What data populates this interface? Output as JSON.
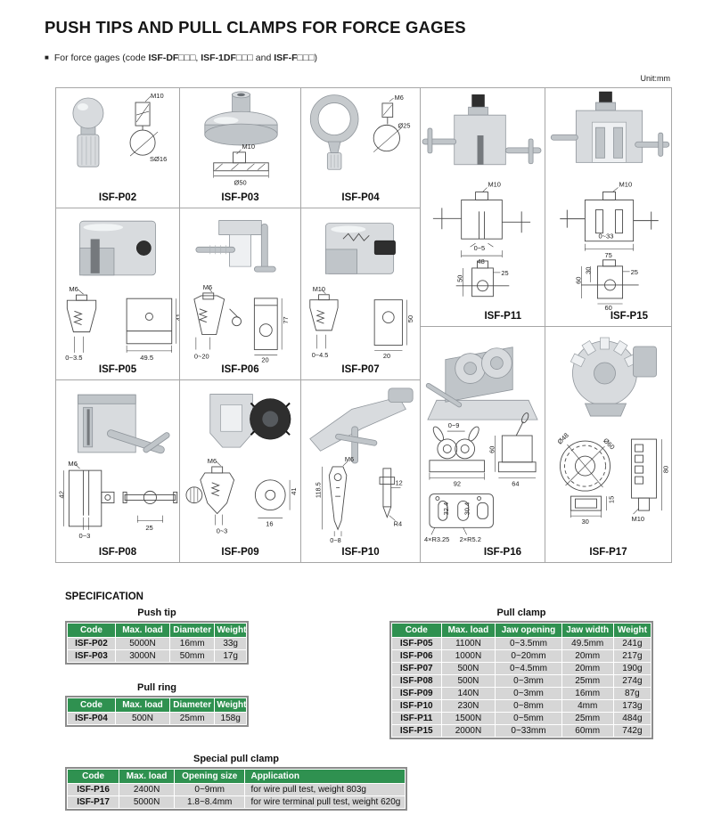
{
  "colors": {
    "accent_green": "#2f9150",
    "table_row_gray": "#d6d6d6",
    "grid_line": "#a6a6a6",
    "metal_silver": "#d8dbde"
  },
  "header": {
    "title": "PUSH TIPS AND PULL CLAMPS FOR FORCE GAGES",
    "bullet_prefix": "For force gages (code ",
    "code1": "ISF-DF□□□",
    "sep1": ", ",
    "code2": "ISF-1DF□□□",
    "sep2": " and ",
    "code3": "ISF-F□□□",
    "suffix": ")",
    "unit_label": "Unit:mm"
  },
  "products": {
    "p02": {
      "code": "ISF-P02",
      "dims": [
        "M10",
        "SØ16"
      ]
    },
    "p03": {
      "code": "ISF-P03",
      "dims": [
        "M10",
        "Ø50"
      ]
    },
    "p04": {
      "code": "ISF-P04",
      "dims": [
        "M6",
        "Ø25"
      ]
    },
    "p05": {
      "code": "ISF-P05",
      "dims": [
        "M6",
        "0~3.5",
        "49.5",
        "41"
      ]
    },
    "p06": {
      "code": "ISF-P06",
      "dims": [
        "M6",
        "0~20",
        "20",
        "77"
      ]
    },
    "p07": {
      "code": "ISF-P07",
      "dims": [
        "M10",
        "0~4.5",
        "20",
        "50"
      ]
    },
    "p08": {
      "code": "ISF-P08",
      "dims": [
        "M6",
        "42",
        "0~3",
        "25"
      ]
    },
    "p09": {
      "code": "ISF-P09",
      "dims": [
        "M6",
        "0~3",
        "16",
        "41"
      ]
    },
    "p10": {
      "code": "ISF-P10",
      "dims": [
        "M6",
        "118.5",
        "0~8",
        "12",
        "R4"
      ]
    },
    "p11": {
      "code": "ISF-P11",
      "dims": [
        "M10",
        "0~5",
        "48",
        "50",
        "25"
      ]
    },
    "p15": {
      "code": "ISF-P15",
      "dims": [
        "M10",
        "0~33",
        "75",
        "30",
        "60",
        "25",
        "60"
      ]
    },
    "p16": {
      "code": "ISF-P16",
      "dims": [
        "0~9",
        "92",
        "60",
        "64",
        "32.4",
        "30.4",
        "4×R3.25",
        "2×R5.2"
      ]
    },
    "p17": {
      "code": "ISF-P17",
      "dims": [
        "Ø48",
        "Ø60",
        "30",
        "15",
        "80",
        "M10"
      ]
    }
  },
  "spec": {
    "heading": "SPECIFICATION",
    "push_tip": {
      "caption": "Push tip",
      "headers": [
        "Code",
        "Max. load",
        "Diameter",
        "Weight"
      ],
      "rows": [
        [
          "ISF-P02",
          "5000N",
          "16mm",
          "33g"
        ],
        [
          "ISF-P03",
          "3000N",
          "50mm",
          "17g"
        ]
      ]
    },
    "pull_ring": {
      "caption": "Pull ring",
      "headers": [
        "Code",
        "Max. load",
        "Diameter",
        "Weight"
      ],
      "rows": [
        [
          "ISF-P04",
          "500N",
          "25mm",
          "158g"
        ]
      ]
    },
    "pull_clamp": {
      "caption": "Pull clamp",
      "headers": [
        "Code",
        "Max. load",
        "Jaw opening",
        "Jaw width",
        "Weight"
      ],
      "rows": [
        [
          "ISF-P05",
          "1100N",
          "0~3.5mm",
          "49.5mm",
          "241g"
        ],
        [
          "ISF-P06",
          "1000N",
          "0~20mm",
          "20mm",
          "217g"
        ],
        [
          "ISF-P07",
          "500N",
          "0~4.5mm",
          "20mm",
          "190g"
        ],
        [
          "ISF-P08",
          "500N",
          "0~3mm",
          "25mm",
          "274g"
        ],
        [
          "ISF-P09",
          "140N",
          "0~3mm",
          "16mm",
          "87g"
        ],
        [
          "ISF-P10",
          "230N",
          "0~8mm",
          "4mm",
          "173g"
        ],
        [
          "ISF-P11",
          "1500N",
          "0~5mm",
          "25mm",
          "484g"
        ],
        [
          "ISF-P15",
          "2000N",
          "0~33mm",
          "60mm",
          "742g"
        ]
      ]
    },
    "special_pull_clamp": {
      "caption": "Special pull clamp",
      "headers": [
        "Code",
        "Max. load",
        "Opening size",
        "Application"
      ],
      "rows": [
        [
          "ISF-P16",
          "2400N",
          "0~9mm",
          "for wire pull test, weight 803g"
        ],
        [
          "ISF-P17",
          "5000N",
          "1.8~8.4mm",
          "for wire terminal pull test, weight 620g"
        ]
      ]
    }
  }
}
